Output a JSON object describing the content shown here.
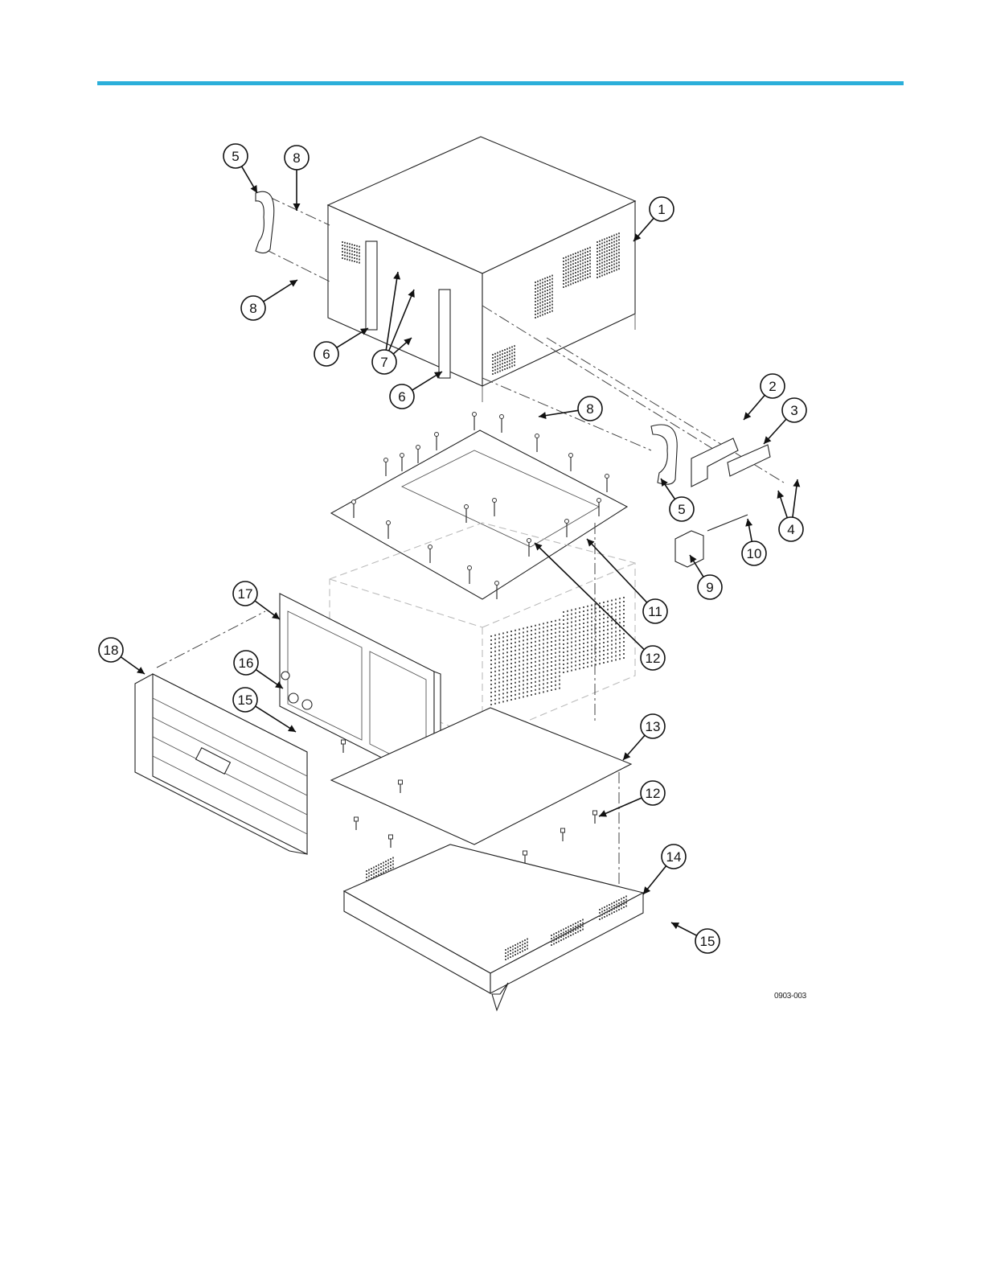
{
  "colors": {
    "header_rule": "#2BAFDA",
    "line": "#111111"
  },
  "drawing_id": "0903-003",
  "callouts": [
    {
      "number": "1"
    },
    {
      "number": "2"
    },
    {
      "number": "3"
    },
    {
      "number": "4"
    },
    {
      "number": "5"
    },
    {
      "number": "5"
    },
    {
      "number": "6"
    },
    {
      "number": "6"
    },
    {
      "number": "7"
    },
    {
      "number": "8"
    },
    {
      "number": "8"
    },
    {
      "number": "8"
    },
    {
      "number": "9"
    },
    {
      "number": "10"
    },
    {
      "number": "11"
    },
    {
      "number": "12"
    },
    {
      "number": "12"
    },
    {
      "number": "13"
    },
    {
      "number": "14"
    },
    {
      "number": "15"
    },
    {
      "number": "15"
    },
    {
      "number": "16"
    },
    {
      "number": "17"
    },
    {
      "number": "18"
    }
  ]
}
